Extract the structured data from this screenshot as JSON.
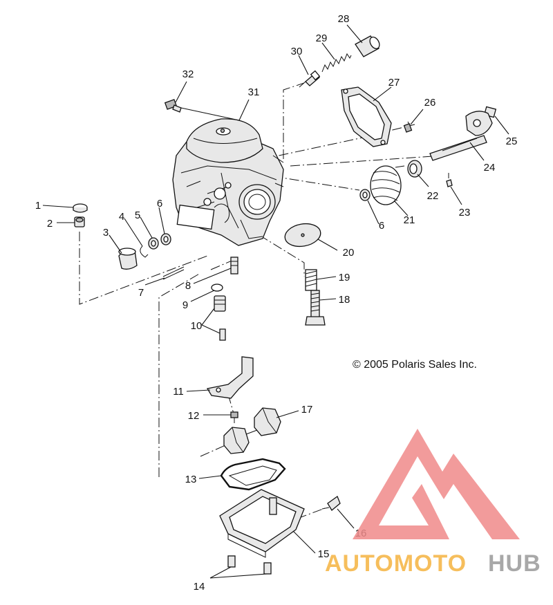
{
  "diagram": {
    "copyright": "© 2005 Polaris Sales Inc.",
    "callouts": [
      "1",
      "2",
      "3",
      "4",
      "5",
      "6",
      "7",
      "8",
      "9",
      "10",
      "11",
      "12",
      "13",
      "14",
      "15",
      "16",
      "17",
      "18",
      "19",
      "20",
      "21",
      "22",
      "23",
      "24",
      "25",
      "26",
      "27",
      "28",
      "29",
      "30",
      "31",
      "32",
      "6"
    ]
  },
  "watermark": {
    "brand_a": "AUTOMOTO",
    "brand_b": "HUB",
    "colors": {
      "triangle": "#f08a8a",
      "text_a": "#f5b340",
      "text_b": "#9a9a9a"
    }
  }
}
